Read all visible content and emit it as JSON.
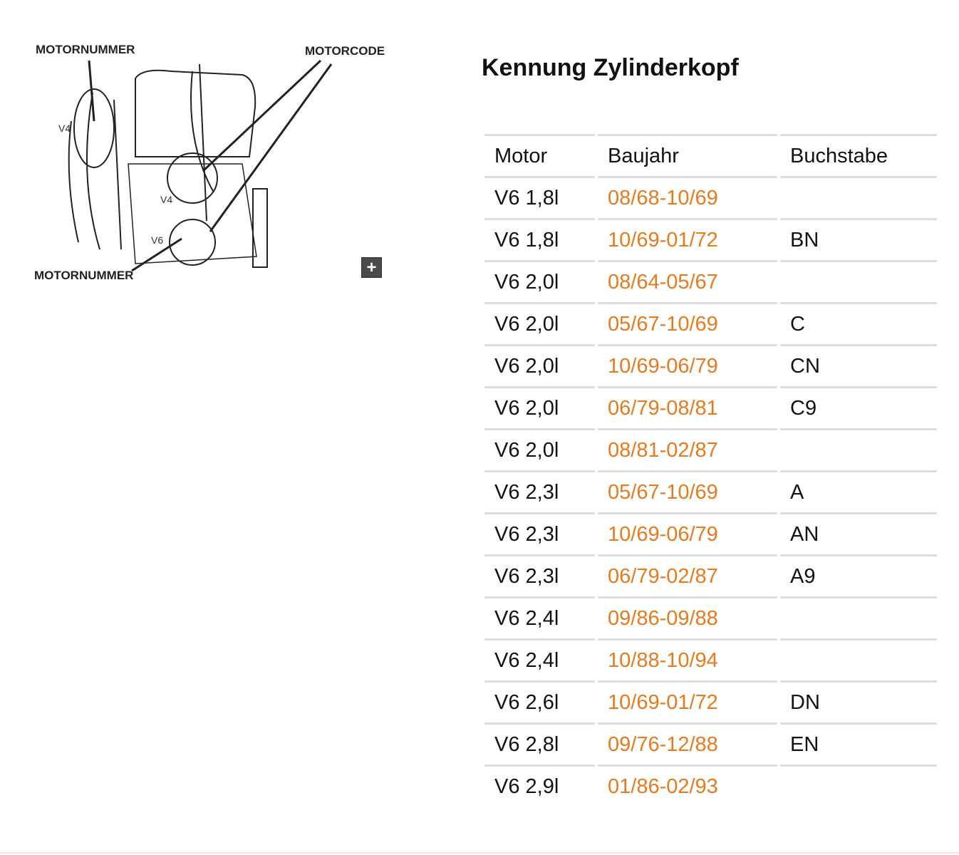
{
  "figure": {
    "labels": {
      "top_left": "MOTORNUMMER",
      "top_right": "MOTORCODE",
      "bottom_left": "MOTORNUMMER",
      "v4_a": "V4",
      "v4_b": "V4",
      "v6": "V6"
    },
    "zoom_label": "+"
  },
  "title": "Kennung Zylinderkopf",
  "table": {
    "headers": [
      "Motor",
      "Baujahr",
      "Buchstabe"
    ],
    "rows": [
      [
        "V6 1,8l",
        "08/68-10/69",
        ""
      ],
      [
        "V6 1,8l",
        "10/69-01/72",
        "BN"
      ],
      [
        "V6 2,0l",
        "08/64-05/67",
        ""
      ],
      [
        "V6 2,0l",
        "05/67-10/69",
        "C"
      ],
      [
        "V6 2,0l",
        "10/69-06/79",
        "CN"
      ],
      [
        "V6 2,0l",
        "06/79-08/81",
        "C9"
      ],
      [
        "V6 2,0l",
        "08/81-02/87",
        ""
      ],
      [
        "V6 2,3l",
        "05/67-10/69",
        "A"
      ],
      [
        "V6 2,3l",
        "10/69-06/79",
        "AN"
      ],
      [
        "V6 2,3l",
        "06/79-02/87",
        "A9"
      ],
      [
        "V6 2,4l",
        "09/86-09/88",
        ""
      ],
      [
        "V6 2,4l",
        "10/88-10/94",
        ""
      ],
      [
        "V6 2,6l",
        "10/69-01/72",
        "DN"
      ],
      [
        "V6 2,8l",
        "09/76-12/88",
        "EN"
      ],
      [
        "V6 2,9l",
        "01/86-02/93",
        ""
      ]
    ]
  },
  "colors": {
    "accent": "#e87a1e",
    "border": "#dddddd"
  }
}
